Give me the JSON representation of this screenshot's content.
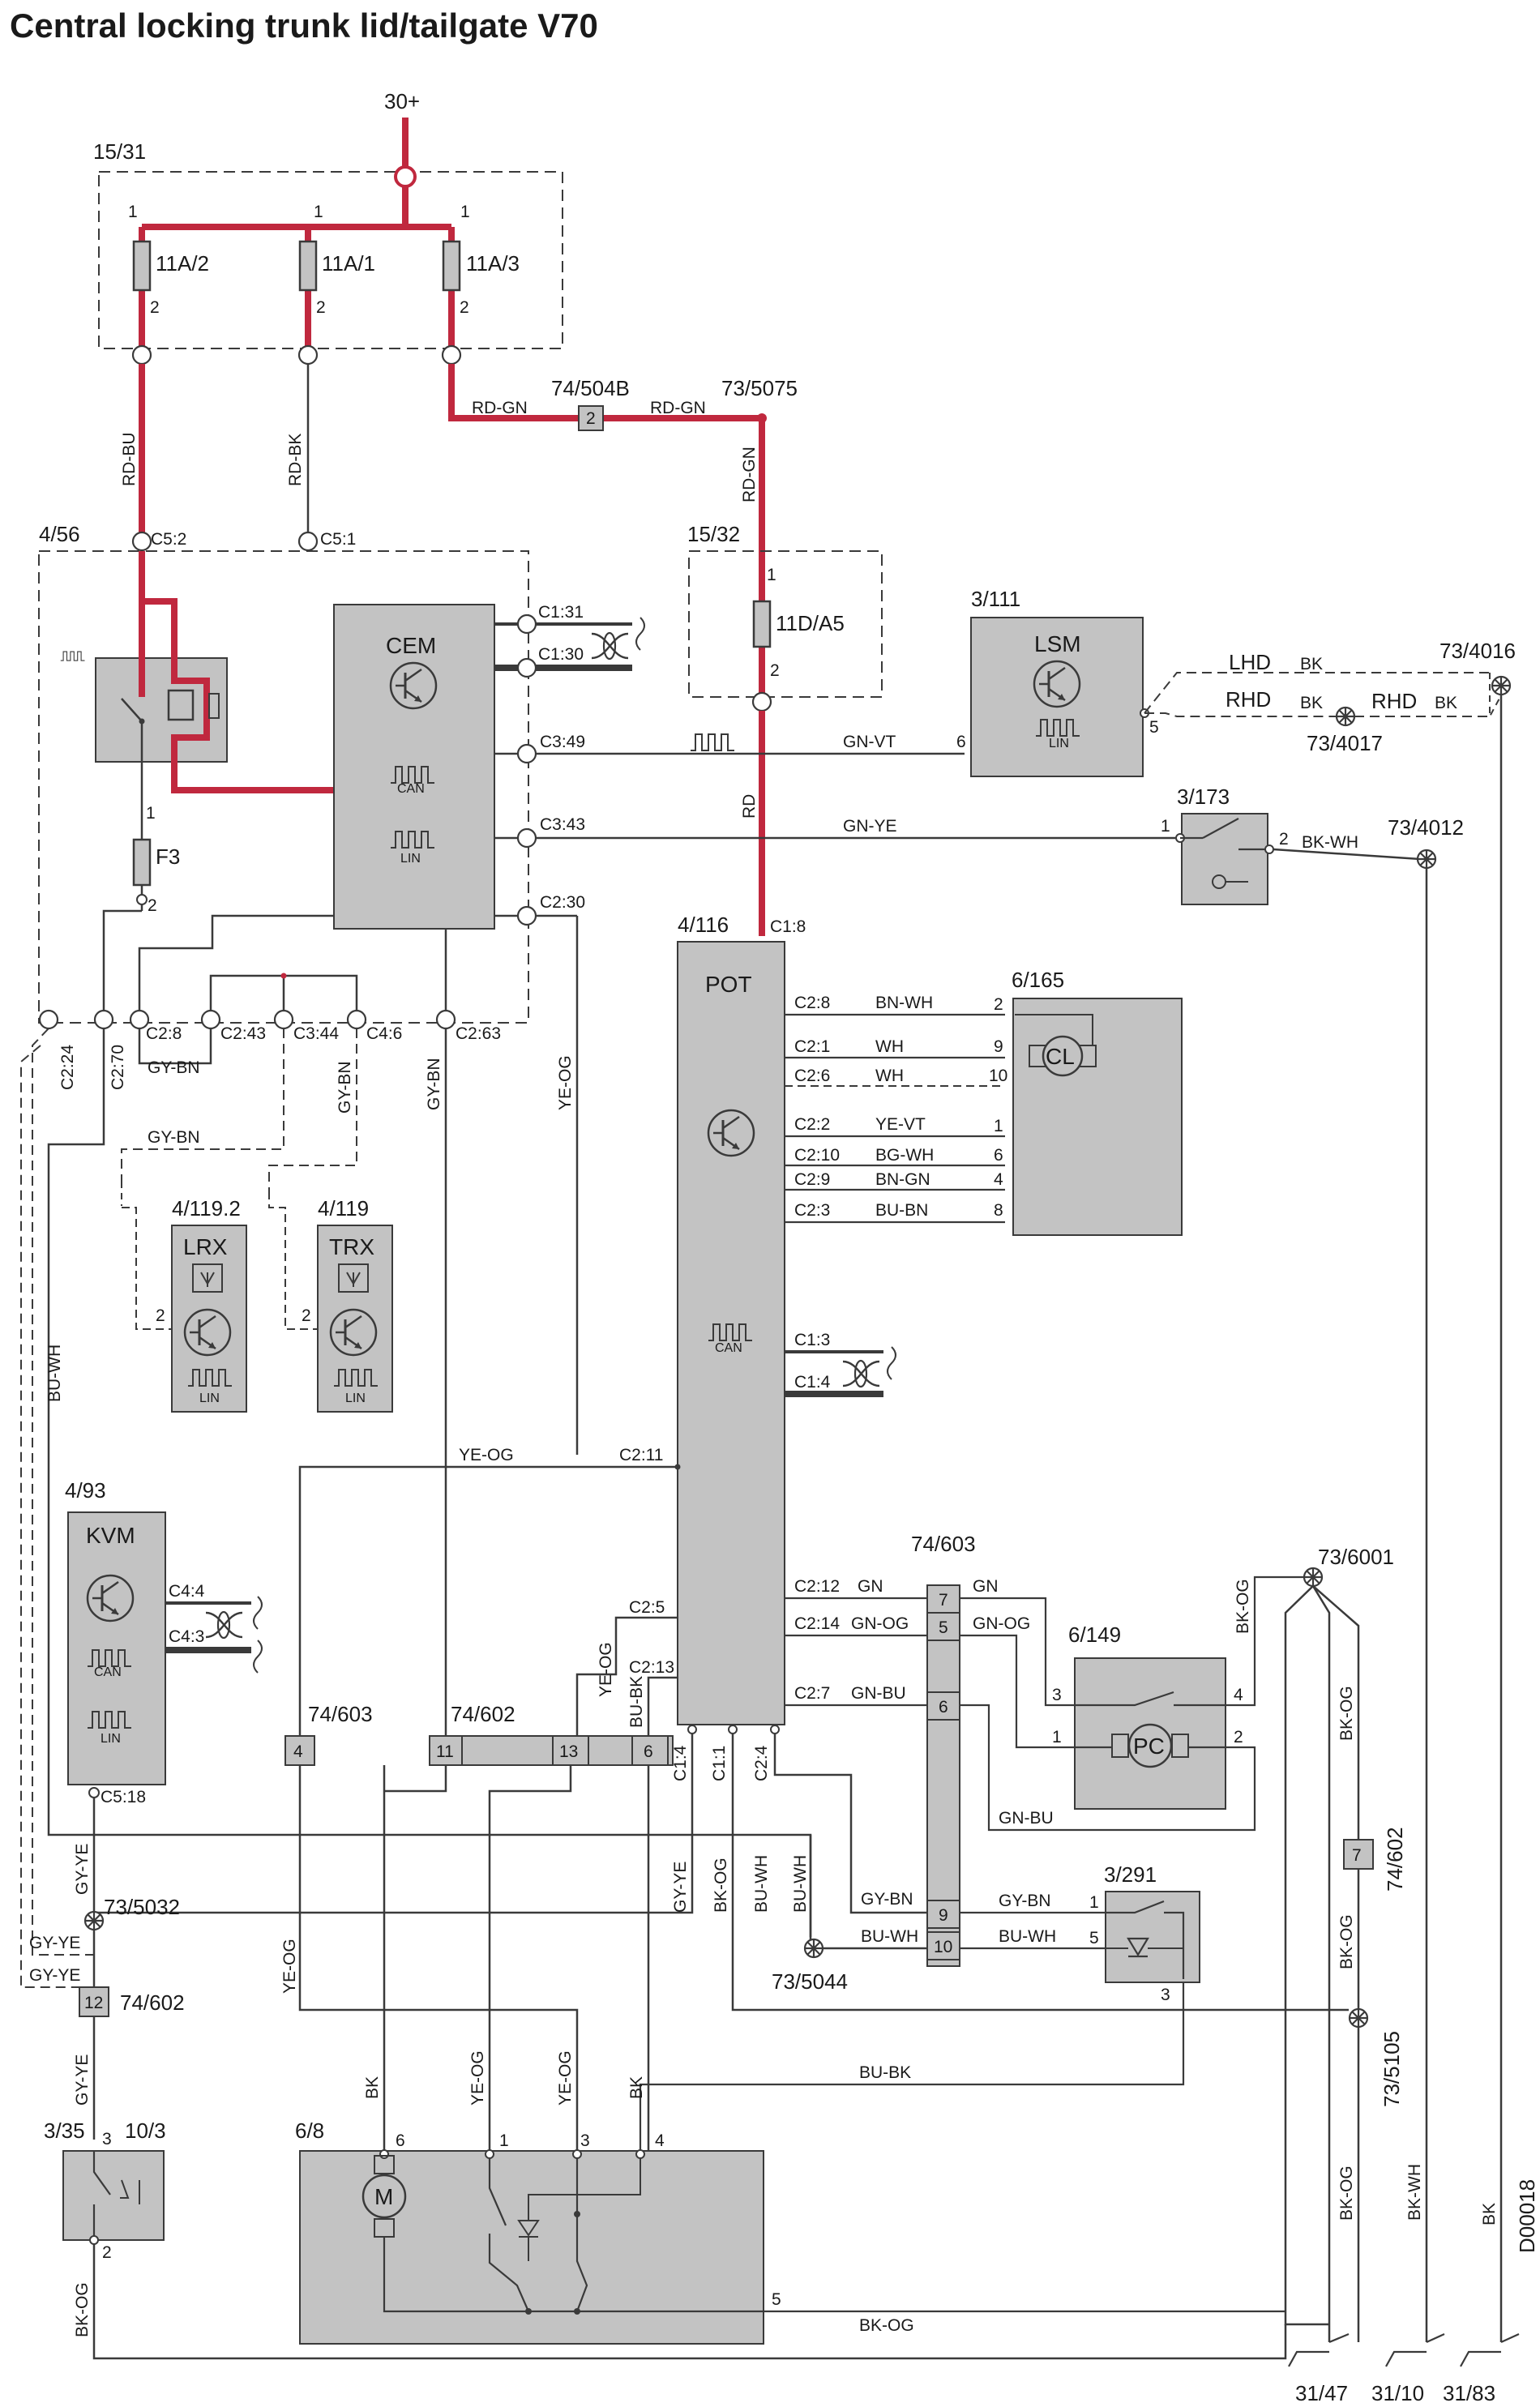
{
  "title": "Central locking trunk lid/tailgate V70",
  "doc_code": "D00018",
  "colors": {
    "module_fill": "#c3c3c3",
    "power_wire": "#c0283e",
    "wire": "#3a3a3a",
    "background": "#ffffff"
  },
  "supply": "30+",
  "fusebox_top": {
    "id": "15/31",
    "fuses": [
      {
        "name": "11A/2",
        "pin_in": "1",
        "pin_out": "2"
      },
      {
        "name": "11A/1",
        "pin_in": "1",
        "pin_out": "2"
      },
      {
        "name": "11A/3",
        "pin_in": "1",
        "pin_out": "2"
      }
    ]
  },
  "fusebox_d": {
    "id": "15/32",
    "fuse": "11D/A5",
    "pin_in": "1",
    "pin_out": "2"
  },
  "modules": {
    "cem": {
      "id": "4/56",
      "name": "CEM",
      "relay_fuse": "F3"
    },
    "pot": {
      "id": "4/116",
      "name": "POT"
    },
    "lsm": {
      "id": "3/111",
      "name": "LSM"
    },
    "lrx": {
      "id": "4/119.2",
      "name": "LRX"
    },
    "trx": {
      "id": "4/119",
      "name": "TRX"
    },
    "kvm": {
      "id": "4/93",
      "name": "KVM"
    },
    "cl": {
      "id": "6/165",
      "name": "CL"
    },
    "pc": {
      "id": "6/149",
      "name": "PC"
    },
    "motor": {
      "id": "6/8",
      "name": "M"
    },
    "switch173": {
      "id": "3/173"
    },
    "switch291": {
      "id": "3/291"
    },
    "switch35": {
      "id": "3/35",
      "alt": "10/3"
    }
  },
  "connectors": {
    "c5_2": "C5:2",
    "c5_1": "C5:1",
    "c1_31": "C1:31",
    "c1_30": "C1:30",
    "c3_49": "C3:49",
    "c3_43": "C3:43",
    "c2_30": "C2:30",
    "c2_24": "C2:24",
    "c2_70": "C2:70",
    "c2_8": "C2:8",
    "c2_43": "C2:43",
    "c3_44": "C3:44",
    "c4_6": "C4:6",
    "c2_63": "C2:63",
    "c1_8": "C1:8",
    "c1_3": "C1:3",
    "c1_4": "C1:4",
    "pot_c2_8": "C2:8",
    "pot_c2_1": "C2:1",
    "pot_c2_6": "C2:6",
    "pot_c2_2": "C2:2",
    "pot_c2_10": "C2:10",
    "pot_c2_9": "C2:9",
    "pot_c2_3": "C2:3",
    "pot_c2_11": "C2:11",
    "pot_c2_12": "C2:12",
    "pot_c2_5": "C2:5",
    "pot_c2_14": "C2:14",
    "pot_c2_13": "C2:13",
    "pot_c2_7": "C2:7",
    "pot_c1_4": "C1:4",
    "pot_c1_1": "C1:1",
    "pot_c2_4": "C2:4",
    "kvm_c4_4": "C4:4",
    "kvm_c4_3": "C4:3",
    "kvm_c5_18": "C5:18"
  },
  "splices": {
    "s74_504b": "74/504B",
    "s73_5075": "73/5075",
    "s73_4016": "73/4016",
    "s73_4017": "73/4017",
    "s73_4012": "73/4012",
    "s73_6001": "73/6001",
    "s74_603_big": "74/603",
    "s74_603": "74/603",
    "s74_602": "74/602",
    "s74_602_r": "74/602",
    "s74_602_l": "74/602",
    "s73_5032": "73/5032",
    "s73_5044": "73/5044",
    "s73_5105": "73/5105"
  },
  "wires": {
    "rd_bu": "RD-BU",
    "rd_bk": "RD-BK",
    "rd_gn": "RD-GN",
    "rd": "RD",
    "gn_vt": "GN-VT",
    "gn_ye": "GN-YE",
    "bk_wh": "BK-WH",
    "gy_bn": "GY-BN",
    "ye_og": "YE-OG",
    "bu_wh": "BU-WH",
    "bn_wh": "BN-WH",
    "wh": "WH",
    "ye_vt": "YE-VT",
    "bg_wh": "BG-WH",
    "bn_gn": "BN-GN",
    "bu_bn": "BU-BN",
    "gn": "GN",
    "gn_og": "GN-OG",
    "gn_bu": "GN-BU",
    "bk_og": "BK-OG",
    "gy_ye": "GY-YE",
    "bu_bk": "BU-BK",
    "bk": "BK",
    "lhd": "LHD",
    "rhd": "RHD"
  },
  "can": "CAN",
  "lin": "LIN",
  "grounds": [
    "31/47",
    "31/10",
    "31/83"
  ]
}
